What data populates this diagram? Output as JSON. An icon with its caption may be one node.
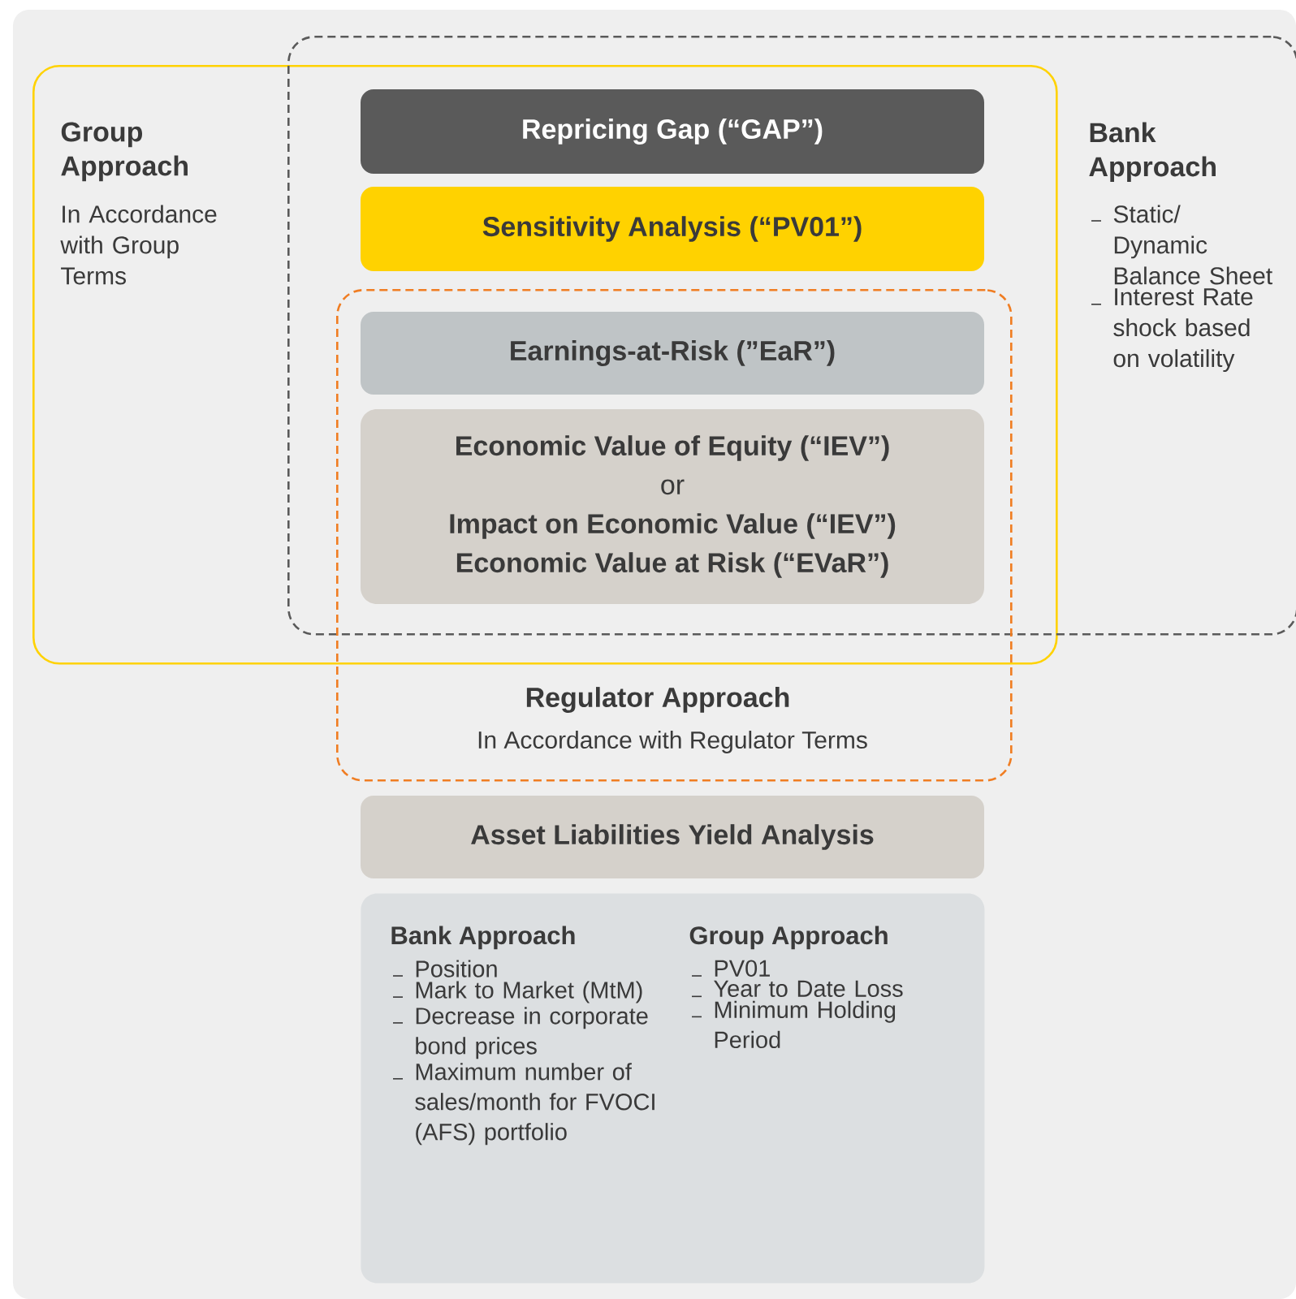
{
  "diagram": {
    "nodes": [
      {
        "text": [
          "Group Approach",
          "In Accordance with Group Terms"
        ]
      },
      {
        "text": [
          "Bank Approach",
          "Static/ Dynamic Balance Sheet",
          "Interest Rate shock based on volatility"
        ]
      },
      {
        "text": [
          "Regulator Approach",
          "In Accordance with Regulator Terms"
        ]
      },
      {
        "text": [
          "Repricing Gap (“GAP”)"
        ]
      },
      {
        "text": [
          "Sensitivity Analysis (“PV01”)"
        ]
      },
      {
        "text": [
          "Earnings-at-Risk (”EaR”)"
        ]
      },
      {
        "text": [
          "Economic Value of Equity (“IEV”)",
          "or",
          "Impact on Economic Value (“IEV”)",
          "Economic Value at Risk (“EVaR”)"
        ]
      },
      {
        "text": [
          "Asset Liabilities Yield Analysis"
        ]
      },
      {
        "text": [
          "Bank Approach",
          "Position",
          "Mark to Market (MtM)",
          "Decrease in corporate bond prices",
          "Maximum number of sales/month for FVOCI (AFS) portfolio",
          "Group Approach",
          "PV01",
          "Year to Date Loss",
          "Minimum Holding Period"
        ]
      }
    ],
    "edges": []
  }
}
